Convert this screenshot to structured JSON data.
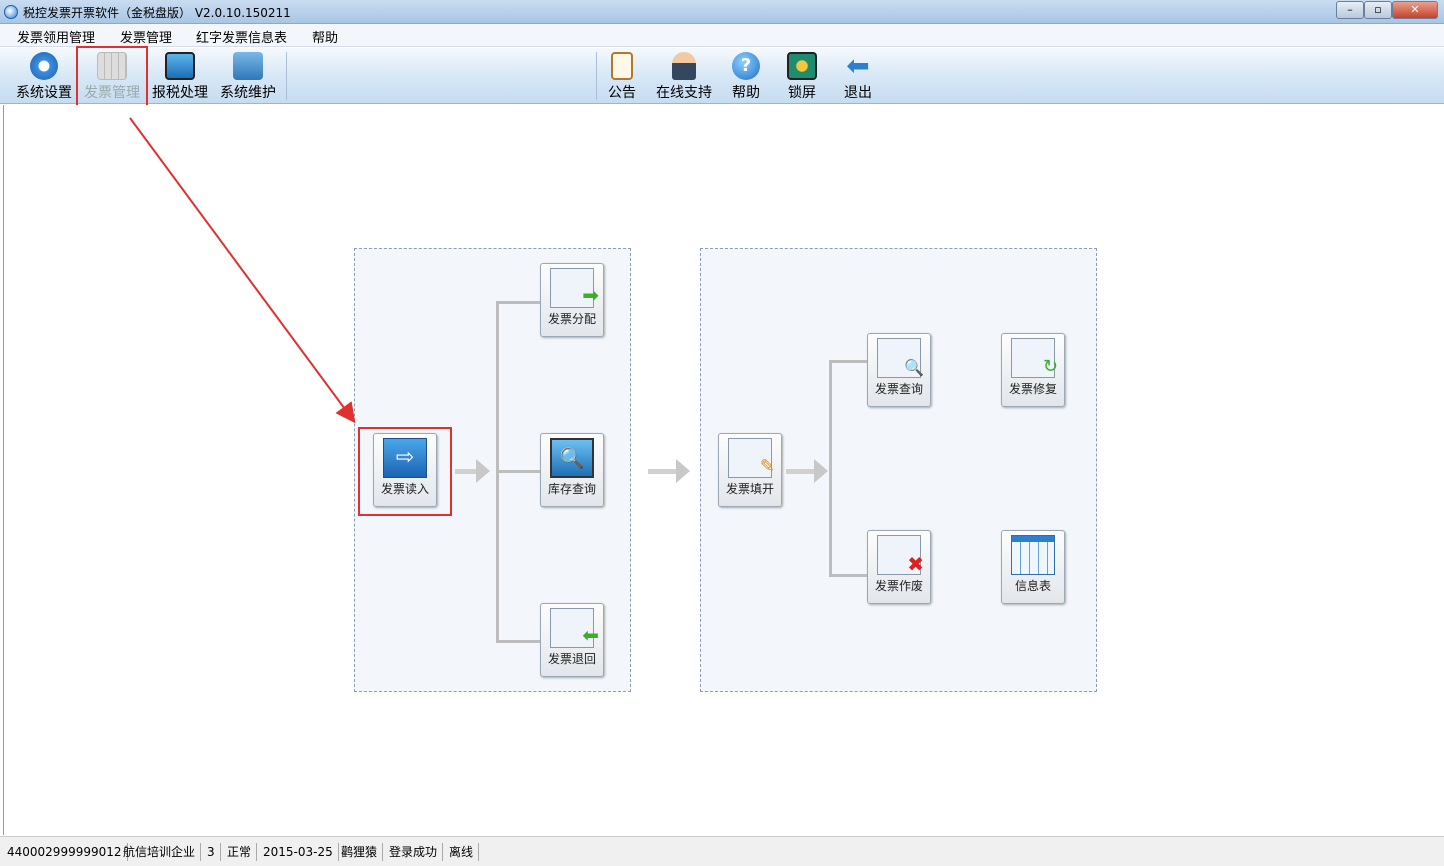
{
  "window": {
    "title": "税控发票开票软件（金税盘版） V2.0.10.150211",
    "controls": [
      "minimize",
      "maximize",
      "close"
    ]
  },
  "menu": [
    "发票领用管理",
    "发票管理",
    "红字发票信息表",
    "帮助"
  ],
  "toolbar_left": [
    {
      "label": "系统设置",
      "icon": "gear-icon"
    },
    {
      "label": "发票管理",
      "icon": "invoice-grid-icon",
      "disabled": true
    },
    {
      "label": "报税处理",
      "icon": "monitor-icon"
    },
    {
      "label": "系统维护",
      "icon": "folder-gear-icon"
    }
  ],
  "toolbar_right": [
    {
      "label": "公告",
      "icon": "clipboard-icon"
    },
    {
      "label": "在线支持",
      "icon": "support-person-icon"
    },
    {
      "label": "帮助",
      "icon": "help-icon"
    },
    {
      "label": "锁屏",
      "icon": "lock-screen-icon"
    },
    {
      "label": "退出",
      "icon": "exit-arrow-icon"
    }
  ],
  "flow": {
    "read": "发票读入",
    "left": [
      "发票分配",
      "库存查询",
      "发票退回"
    ],
    "fill": "发票填开",
    "right": [
      "发票查询",
      "发票修复",
      "发票作废",
      "信息表"
    ]
  },
  "status": [
    "440002999999012",
    "航信培训企业",
    "3",
    "正常",
    "2015-03-25",
    "鹳狸猿",
    "登录成功",
    "离线"
  ],
  "colors": {
    "highlight": "#e03030"
  }
}
